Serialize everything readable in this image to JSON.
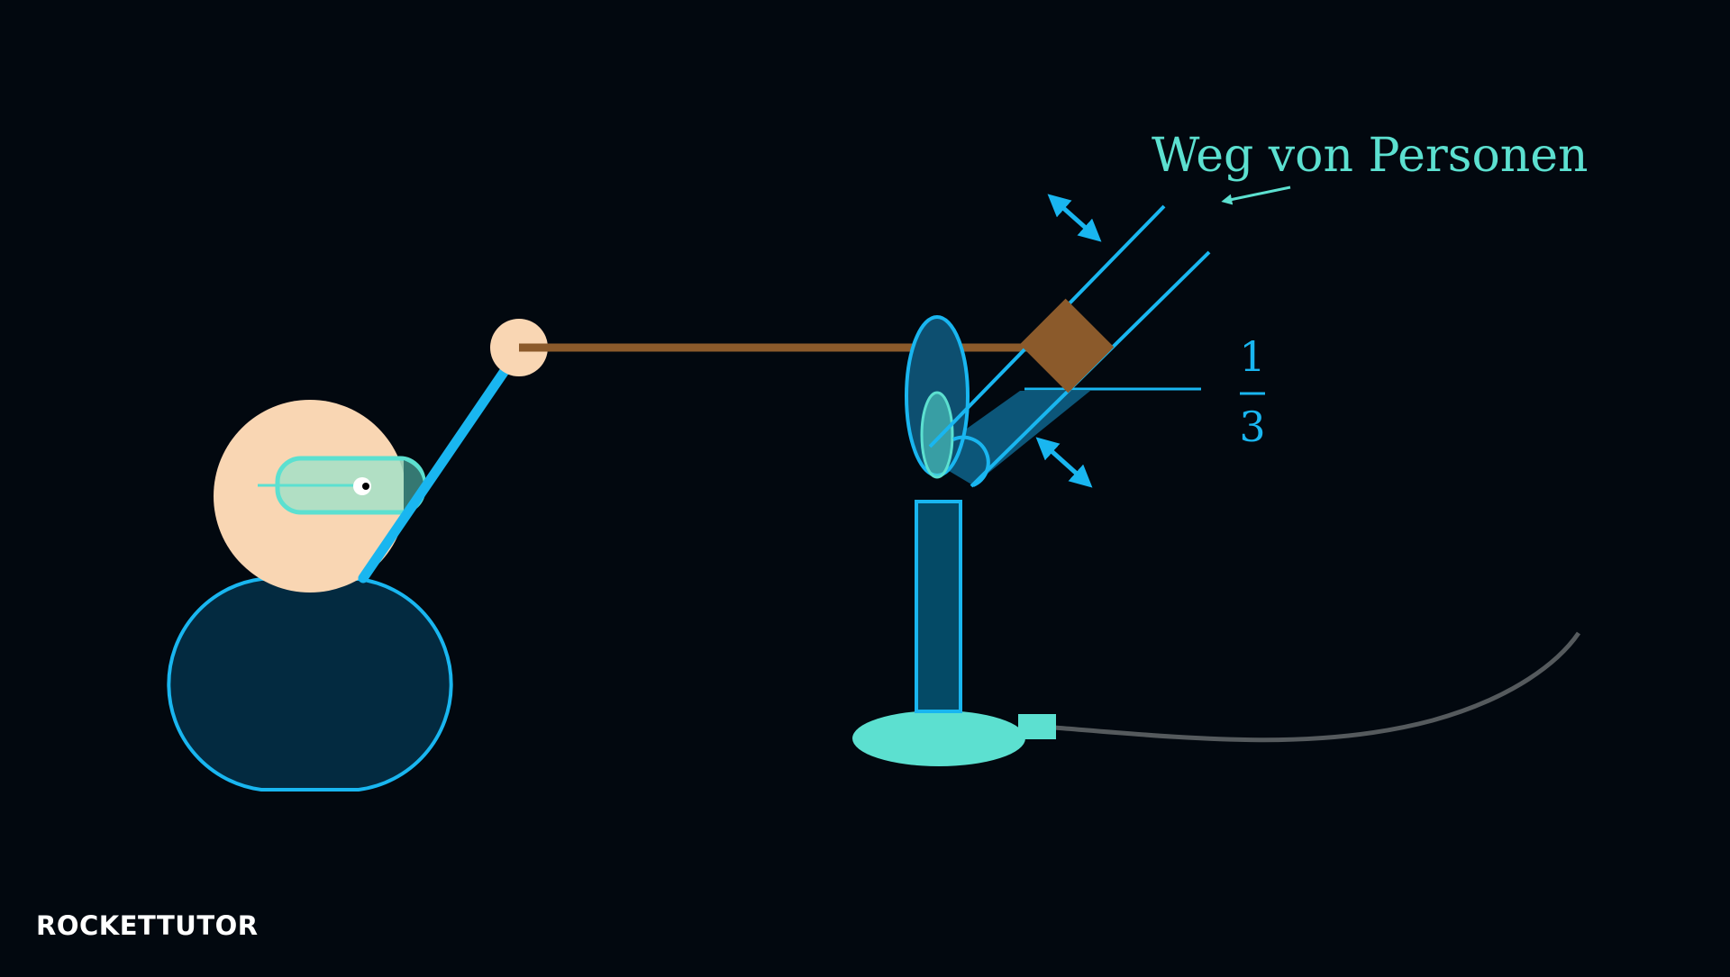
{
  "annotation": {
    "label": "Weg von Personen"
  },
  "fraction": {
    "numerator": "1",
    "denominator": "3"
  },
  "logo": {
    "text": "ROCKETTUTOR"
  },
  "colors": {
    "background": "#02080f",
    "outline_blue": "#19b6f0",
    "teal": "#5ce0d0",
    "skin": "#f9d6b3",
    "body_fill": "#032a40",
    "rod_brown": "#8b5a2b",
    "hose_gray": "#555a5d"
  }
}
